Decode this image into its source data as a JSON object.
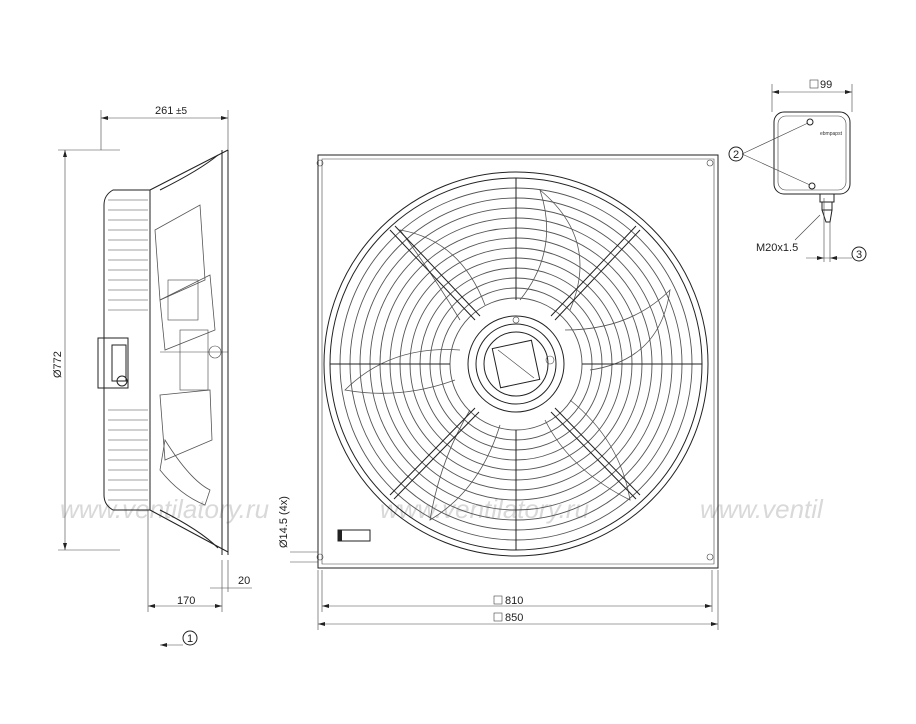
{
  "watermark": {
    "text1": "www.ventilatory.ru",
    "text2": "www.ventilatory.ru",
    "text3": "www.ventil"
  },
  "dimensions": {
    "depth": "261",
    "depth_tol": "±5",
    "diameter": "Ø772",
    "hub_depth": "170",
    "flange": "20",
    "hole": "Ø14.5 (4x)",
    "inner_square": "810",
    "outer_square": "850",
    "box_width": "99",
    "gland": "M20x1.5"
  },
  "callouts": {
    "c1": "1",
    "c2": "2",
    "c3": "3"
  },
  "terminal_box": {
    "brand": "ebmpapst"
  }
}
